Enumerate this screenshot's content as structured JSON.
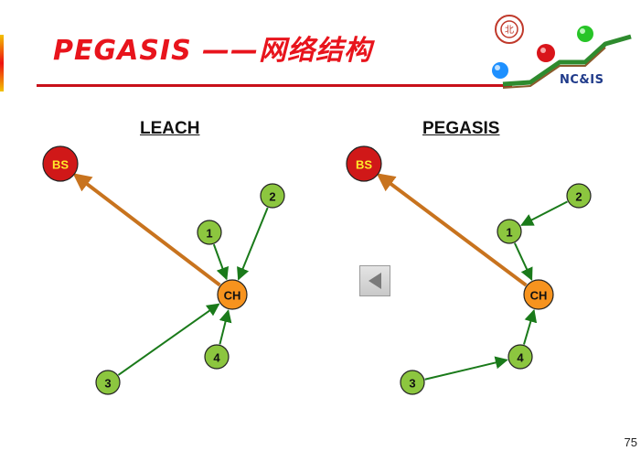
{
  "slide": {
    "title": "PEGASIS ——网络结构",
    "logo_text": "NC&IS",
    "page_number": "75"
  },
  "colors": {
    "title": "#e8141c",
    "bs_fill": "#d01818",
    "ch_fill": "#f7931e",
    "sensor_fill": "#8cc63f",
    "arrow_green": "#1a7a1a",
    "arrow_orange": "#c8731e"
  },
  "diagrams": [
    {
      "id": "leach",
      "heading": "LEACH",
      "nodes": [
        {
          "id": "BS",
          "label": "BS",
          "kind": "bs"
        },
        {
          "id": "CH",
          "label": "CH",
          "kind": "ch"
        },
        {
          "id": "1",
          "label": "1",
          "kind": "sensor"
        },
        {
          "id": "2",
          "label": "2",
          "kind": "sensor"
        },
        {
          "id": "3",
          "label": "3",
          "kind": "sensor"
        },
        {
          "id": "4",
          "label": "4",
          "kind": "sensor"
        }
      ],
      "edges": [
        {
          "from": "1",
          "to": "CH",
          "kind": "green"
        },
        {
          "from": "2",
          "to": "CH",
          "kind": "green"
        },
        {
          "from": "3",
          "to": "CH",
          "kind": "green"
        },
        {
          "from": "4",
          "to": "CH",
          "kind": "green"
        },
        {
          "from": "CH",
          "to": "BS",
          "kind": "orange"
        }
      ]
    },
    {
      "id": "pegasis",
      "heading": "PEGASIS",
      "nodes": [
        {
          "id": "BS",
          "label": "BS",
          "kind": "bs"
        },
        {
          "id": "CH",
          "label": "CH",
          "kind": "ch"
        },
        {
          "id": "1",
          "label": "1",
          "kind": "sensor"
        },
        {
          "id": "2",
          "label": "2",
          "kind": "sensor"
        },
        {
          "id": "3",
          "label": "3",
          "kind": "sensor"
        },
        {
          "id": "4",
          "label": "4",
          "kind": "sensor"
        }
      ],
      "edges": [
        {
          "from": "2",
          "to": "1",
          "kind": "green"
        },
        {
          "from": "1",
          "to": "CH",
          "kind": "green"
        },
        {
          "from": "3",
          "to": "4",
          "kind": "green"
        },
        {
          "from": "4",
          "to": "CH",
          "kind": "green"
        },
        {
          "from": "CH",
          "to": "BS",
          "kind": "orange"
        }
      ]
    }
  ],
  "nav": {
    "icon": "triangle-left-icon"
  }
}
